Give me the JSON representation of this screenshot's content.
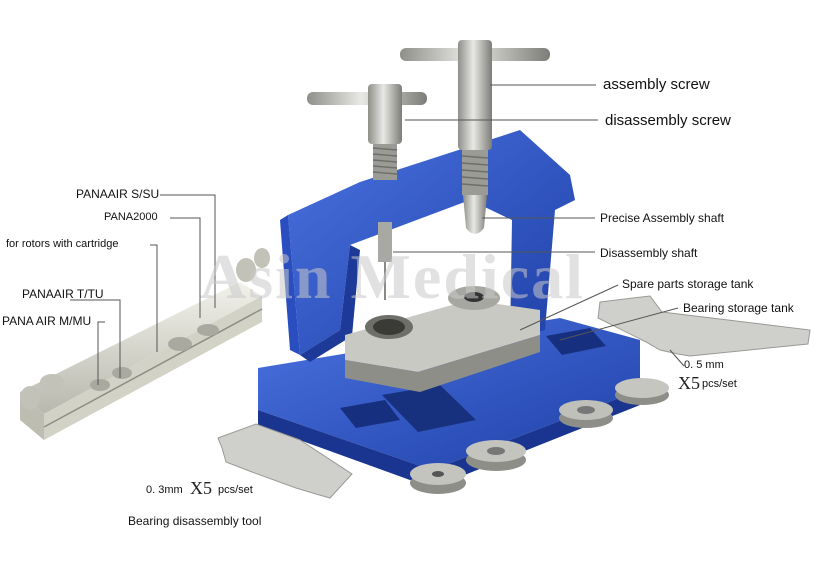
{
  "watermark": "Asin Medical",
  "labels": {
    "assembly_screw": "assembly  screw",
    "disassembly_screw": "disassembly screw",
    "precise_shaft": "Precise Assembly shaft",
    "disassembly_shaft": "Disassembly shaft",
    "spare_tank": "Spare parts storage tank",
    "bearing_tank": "Bearing storage tank",
    "panaair_s": "PANAAIR S/SU",
    "pana2000": "PANA2000",
    "rotors_cartridge": "for rotors with cartridge",
    "panaair_t": "PANAAIR T/TU",
    "pana_air_m": "PANA AIR M/MU",
    "plate_right_thk": "0. 5 mm",
    "plate_right_x5": "X5",
    "plate_right_pcs": "pcs/set",
    "plate_left_thk": "0. 3mm",
    "plate_left_x5": "X5",
    "plate_left_pcs": "pcs/set",
    "bearing_tool": "Bearing disassembly tool"
  },
  "colors": {
    "blue": "#2f56c8",
    "blue_dark": "#1d3a99",
    "steel": "#b9b9b4",
    "steel_dark": "#7d7d78",
    "aluminum": "#dcdcd0"
  }
}
